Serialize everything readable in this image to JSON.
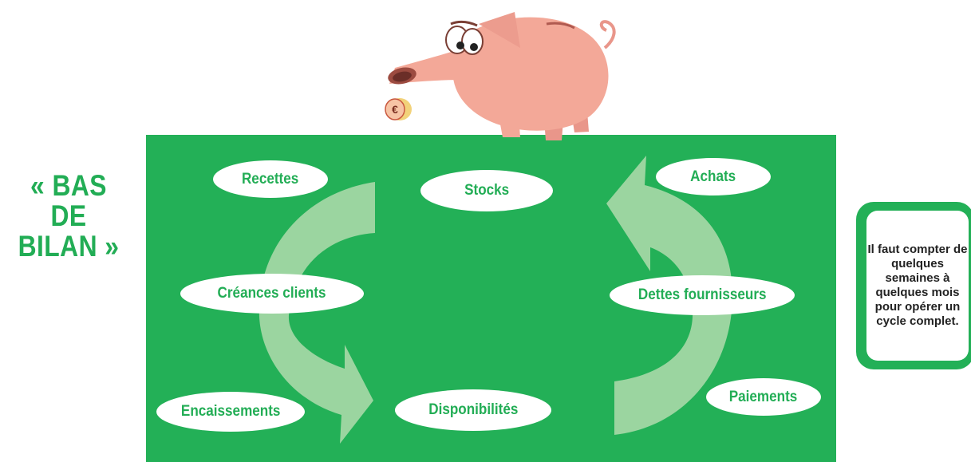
{
  "title": {
    "line1": "« BAS DE",
    "line2": "BILAN »"
  },
  "nodes": {
    "recettes": "Recettes",
    "stocks": "Stocks",
    "achats": "Achats",
    "creances_clients": "Créances clients",
    "dettes_fournisseurs": "Dettes fournisseurs",
    "encaissements": "Encaissements",
    "disponibilites": "Disponibilités",
    "paiements": "Paiements"
  },
  "note": {
    "text": "Il faut compter de quelques semaines à quelques mois pour opérer un cycle complet."
  },
  "coin": {
    "symbol": "€"
  },
  "colors": {
    "green": "#23b057",
    "arrow": "#9bd5a0",
    "pig": "#f3a898",
    "coin": "#f2d27a"
  }
}
